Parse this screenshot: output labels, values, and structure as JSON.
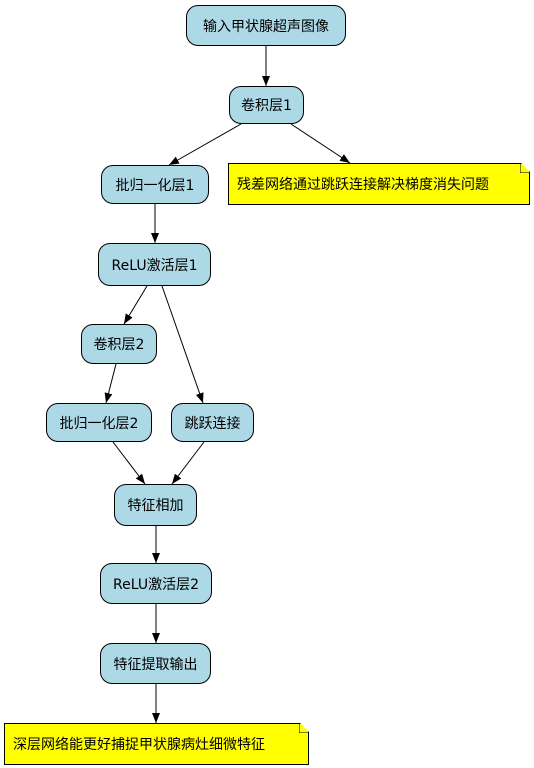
{
  "diagram": {
    "nodes": {
      "input": "输入甲状腺超声图像",
      "conv1": "卷积层1",
      "bn1": "批归一化层1",
      "relu1": "ReLU激活层1",
      "conv2": "卷积层2",
      "bn2": "批归一化层2",
      "skip": "跳跃连接",
      "add": "特征相加",
      "relu2": "ReLU激活层2",
      "extract": "特征提取输出"
    },
    "notes": {
      "residual": "残差网络通过跳跃连接解决梯度消失问题",
      "deep": "深层网络能更好捕捉甲状腺病灶细微特征"
    },
    "colors": {
      "node_fill": "#add8e6",
      "note_fill": "#ffff00",
      "edge": "#000000"
    }
  }
}
